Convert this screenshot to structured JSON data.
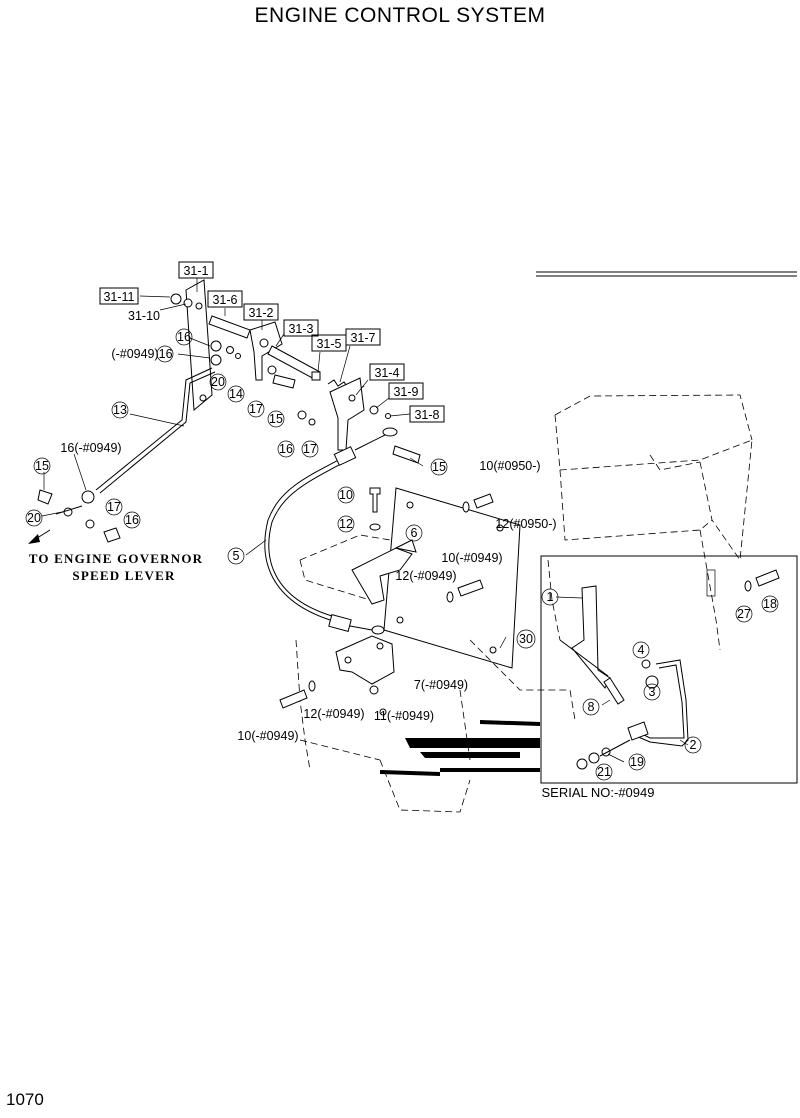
{
  "title": "ENGINE CONTROL SYSTEM",
  "page_number": "1070",
  "note": {
    "line1": "TO ENGINE GOVERNOR",
    "line2": "SPEED LEVER"
  },
  "serial_note": "SERIAL NO:-#0949",
  "labels": {
    "c31_1": "31-1",
    "c31_11": "31-11",
    "c31_10": "31-10",
    "c31_6": "31-6",
    "c31_2": "31-2",
    "c31_3": "31-3",
    "c31_5": "31-5",
    "c31_7": "31-7",
    "c31_4": "31-4",
    "c31_9": "31-9",
    "c31_8": "31-8",
    "p16a": "16",
    "p16b": "(-#0949)16",
    "p20a": "20",
    "p14": "14",
    "p17a": "17",
    "p15a": "15",
    "p16c": "16",
    "p17b": "17",
    "p15b": "15",
    "p13": "13",
    "p16d": "16(-#0949)",
    "p15c": "15",
    "p20b": "20",
    "p17c": "17",
    "p16e": "16",
    "p10a": "10",
    "p12a": "12",
    "p10b": "10(#0950-)",
    "p12b": "12(#0950-)",
    "p6": "6",
    "p10c": "10(-#0949)",
    "p12c": "12(-#0949)",
    "p5": "5",
    "p30": "30",
    "p7": "7(-#0949)",
    "p12d": "12(-#0949)",
    "p11": "11(-#0949)",
    "p10d": "10(-#0949)",
    "p1": "1",
    "p4": "4",
    "p3": "3",
    "p8": "8",
    "p2": "2",
    "p19": "19",
    "p21": "21",
    "p27": "27",
    "p18": "18"
  }
}
